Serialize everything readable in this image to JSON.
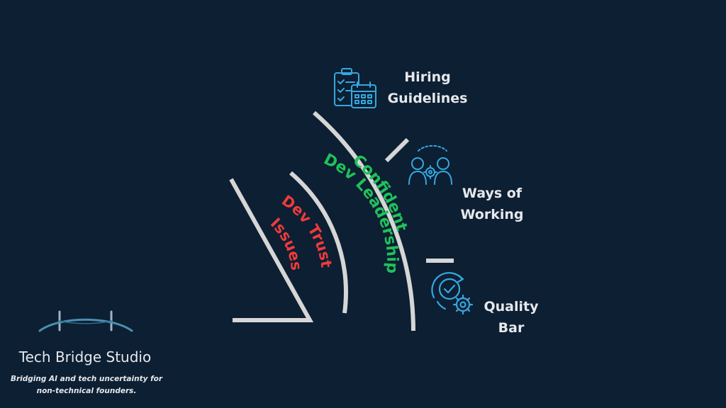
{
  "diagram": {
    "inner_label": [
      "Dev Trust",
      "Issues"
    ],
    "middle_label": [
      "Confident",
      "Dev Leadership"
    ],
    "pillars": [
      {
        "lines": [
          "Hiring",
          "Guidelines"
        ],
        "icon": "checklist-calendar-icon"
      },
      {
        "lines": [
          "Ways of",
          "Working"
        ],
        "icon": "team-gear-icon"
      },
      {
        "lines": [
          "Quality",
          "Bar"
        ],
        "icon": "quality-check-gear-icon"
      }
    ]
  },
  "brand": {
    "name": "Tech Bridge Studio",
    "tagline": [
      "Bridging AI and tech uncertainty for",
      "non-technical founders."
    ],
    "logo_icon": "bridge-logo-icon"
  },
  "colors": {
    "background": "#0d1f33",
    "arcs": "#d6d6d6",
    "text": "#e6e8ec",
    "red": "#ef3b3b",
    "green": "#1fc25a",
    "icon": "#35a8e0"
  }
}
